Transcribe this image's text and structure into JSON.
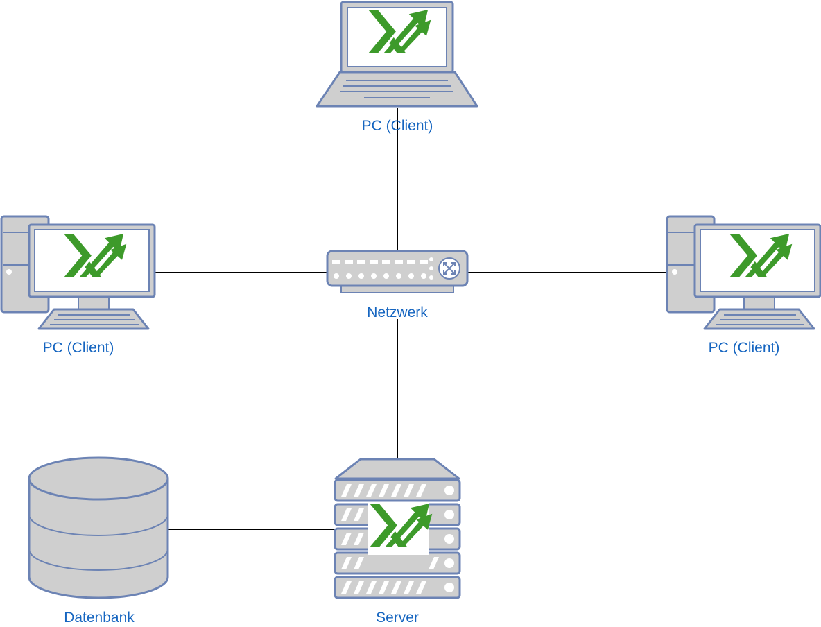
{
  "nodes": {
    "laptop": {
      "label": "PC (Client)"
    },
    "pc_left": {
      "label": "PC (Client)"
    },
    "pc_right": {
      "label": "PC (Client)"
    },
    "switch": {
      "label": "Netzwerk"
    },
    "server": {
      "label": "Server"
    },
    "database": {
      "label": "Datenbank"
    }
  },
  "icons": {
    "laptop": "laptop-icon",
    "pc": "desktop-pc-icon",
    "switch": "network-switch-icon",
    "server": "server-rack-icon",
    "database": "database-icon",
    "logo": "green-arrows-logo-icon"
  },
  "colors": {
    "device_fill": "#cfcfcf",
    "device_stroke": "#6c83b4",
    "label_text": "#1565c0",
    "logo_green": "#3d9a2a",
    "wire": "#000000"
  }
}
